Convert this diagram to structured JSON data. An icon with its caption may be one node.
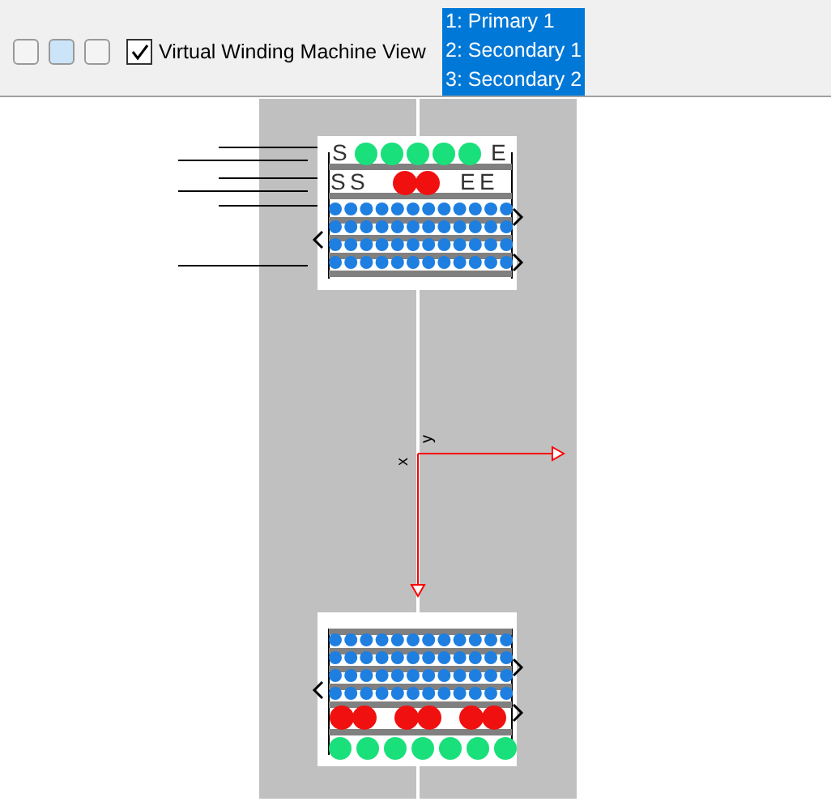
{
  "diagram": {
    "labels": [
      "Virtual Winding Machine View",
      "1: Primary 1",
      "2: Secondary 1",
      "3: Secondary 2",
      "S",
      "E",
      "S",
      "S",
      "E",
      "E",
      "y",
      "x"
    ]
  }
}
